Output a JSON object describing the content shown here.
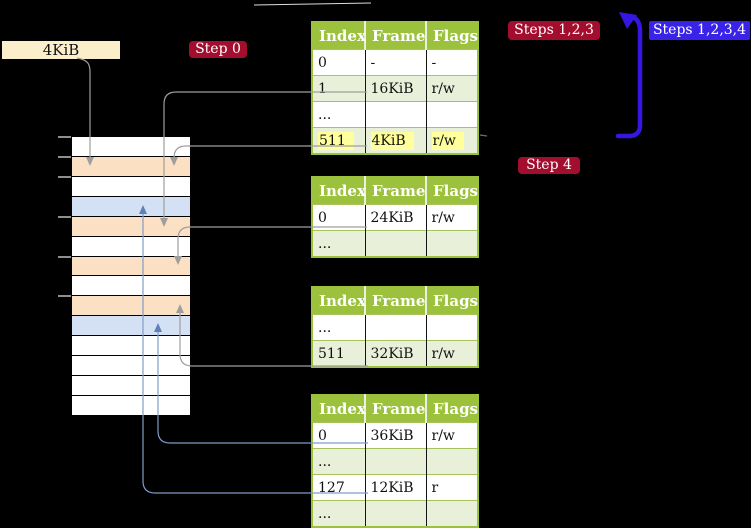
{
  "labels": {
    "page_size": "4KiB"
  },
  "badges": {
    "step0": "Step 0",
    "steps123": "Steps 1,2,3",
    "steps1234": "Steps 1,2,3,4",
    "step4": "Step 4"
  },
  "colors": {
    "table_header_green": "#9CC13C",
    "table_row_green": "#E9F0DA",
    "badge_red": "#A30D2E",
    "badge_blue": "#3A23E8",
    "thick_arrow_blue": "#3418E2",
    "edge_gray": "#9E9E9E",
    "edge_steel_blue": "#7E9CC9",
    "memory_peach": "#FBE0C3",
    "memory_light_blue": "#D4E1F4",
    "page_size_label_wheat": "#FBEECB",
    "highlight_yellow": "#FFFF9C"
  },
  "memory": {
    "row_colors": [
      "white",
      "peach",
      "white",
      "blue",
      "peach",
      "white",
      "peach",
      "white",
      "peach",
      "blue",
      "white",
      "white",
      "white",
      "white"
    ]
  },
  "tables": [
    {
      "name": "page-table-level-1",
      "headers": [
        "Index",
        "Frame",
        "Flags"
      ],
      "rows": [
        {
          "cells": [
            "0",
            "-",
            "-"
          ],
          "shaded": false,
          "highlight": false
        },
        {
          "cells": [
            "1",
            "16KiB",
            "r/w"
          ],
          "shaded": true,
          "highlight": false
        },
        {
          "cells": [
            "...",
            "",
            ""
          ],
          "shaded": false,
          "highlight": false
        },
        {
          "cells": [
            "511",
            "4KiB",
            "r/w"
          ],
          "shaded": true,
          "highlight": true
        }
      ]
    },
    {
      "name": "page-table-level-2",
      "headers": [
        "Index",
        "Frame",
        "Flags"
      ],
      "rows": [
        {
          "cells": [
            "0",
            "24KiB",
            "r/w"
          ],
          "shaded": false,
          "highlight": false
        },
        {
          "cells": [
            "...",
            "",
            ""
          ],
          "shaded": true,
          "highlight": false
        }
      ]
    },
    {
      "name": "page-table-level-3",
      "headers": [
        "Index",
        "Frame",
        "Flags"
      ],
      "rows": [
        {
          "cells": [
            "...",
            "",
            ""
          ],
          "shaded": false,
          "highlight": false
        },
        {
          "cells": [
            "511",
            "32KiB",
            "r/w"
          ],
          "shaded": true,
          "highlight": false
        }
      ]
    },
    {
      "name": "page-table-level-4",
      "headers": [
        "Index",
        "Frame",
        "Flags"
      ],
      "rows": [
        {
          "cells": [
            "0",
            "36KiB",
            "r/w"
          ],
          "shaded": false,
          "highlight": false
        },
        {
          "cells": [
            "...",
            "",
            ""
          ],
          "shaded": true,
          "highlight": false
        },
        {
          "cells": [
            "127",
            "12KiB",
            "r"
          ],
          "shaded": false,
          "highlight": false
        },
        {
          "cells": [
            "...",
            "",
            ""
          ],
          "shaded": true,
          "highlight": false
        }
      ]
    }
  ]
}
